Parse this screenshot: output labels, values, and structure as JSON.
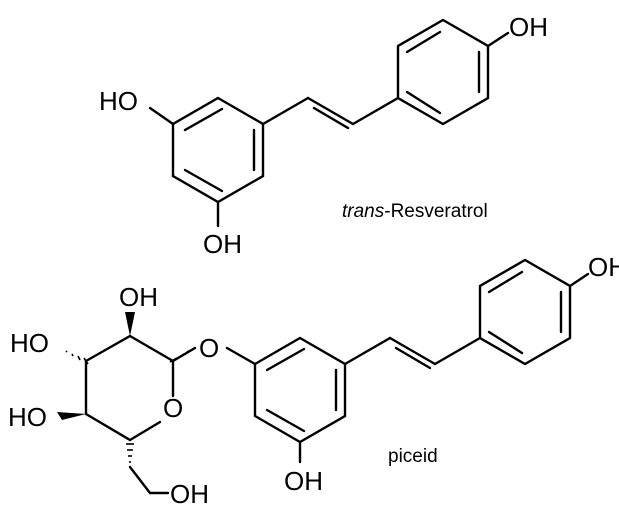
{
  "molecules": [
    {
      "name_italic": "trans",
      "name_rest": "-Resveratrol",
      "atoms": {
        "oh_top_right": "OH",
        "ho_left": "HO",
        "oh_bottom": "OH"
      }
    },
    {
      "name": "piceid",
      "atoms": {
        "oh_top_right": "OH",
        "oh_bottom": "OH",
        "oh_sugar_top": "OH",
        "ho_sugar_left": "HO",
        "ho_sugar_bottom": "HO",
        "o_glycosidic": "O",
        "o_ring": "O",
        "oh_sugar_ch2": "OH"
      }
    }
  ]
}
